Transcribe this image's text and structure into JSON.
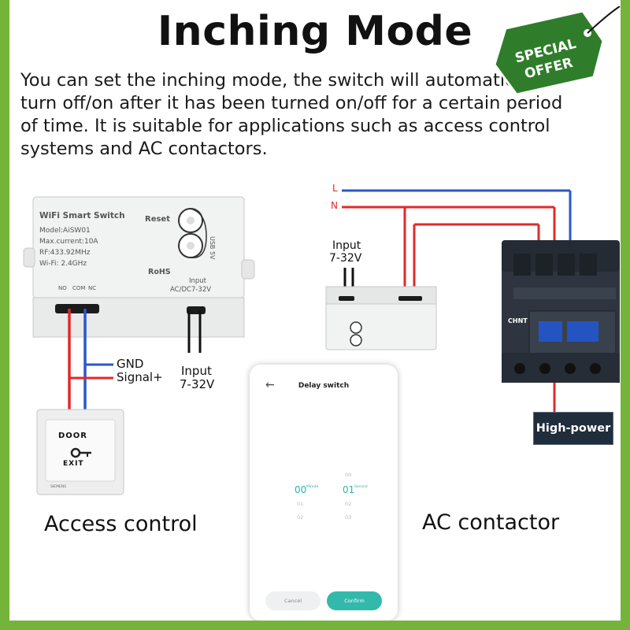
{
  "title": "Inching Mode",
  "description_lines": [
    "You can set the inching mode, the switch will automatically",
    "turn off/on after it has been turned on/off for a certain period",
    "of time. It is suitable for applications such as access control",
    "systems and AC contactors."
  ],
  "offer_tag": {
    "line1": "SPECIAL",
    "line2": "OFFER"
  },
  "module_left": {
    "name": "WiFi Smart Switch",
    "model": "Model:AiSW01",
    "current": "Max.current:10A",
    "rf": "RF:433.92MHz",
    "wifi": "Wi-Fi: 2.4GHz",
    "reset": "Reset",
    "usb": "USB 5V",
    "rohs": "RoHS",
    "input": "Input",
    "input_range": "AC/DC7-32V",
    "terminals": [
      "NO",
      "COM",
      "NC"
    ]
  },
  "wire_labels": {
    "gnd": "GND",
    "signal": "Signal+"
  },
  "input_left": {
    "line1": "Input",
    "line2": "7-32V"
  },
  "input_right": {
    "line1": "Input",
    "line2": "7-32V"
  },
  "power_lines": {
    "l": "L",
    "n": "N"
  },
  "door_button": {
    "line1": "DOOR",
    "line2": "EXIT",
    "maker": "SIEMENS"
  },
  "captions": {
    "left": "Access control",
    "right": "AC contactor"
  },
  "high_power": "High-power",
  "contactor_brand": "CHNT",
  "phone": {
    "back": "←",
    "title": "Delay switch",
    "minute_value": "00",
    "minute_unit": "Minute",
    "second_value": "01",
    "second_unit": "Second",
    "above_second": "00",
    "below_minute": "01",
    "below_minute2": "02",
    "below_second": "02",
    "below_second2": "03",
    "cancel": "Cancel",
    "confirm": "Confirm"
  },
  "colors": {
    "red_wire": "#e02a2a",
    "blue_wire": "#2a58c8",
    "tag_green": "#2f7d2a",
    "accent": "#33b9ab"
  }
}
